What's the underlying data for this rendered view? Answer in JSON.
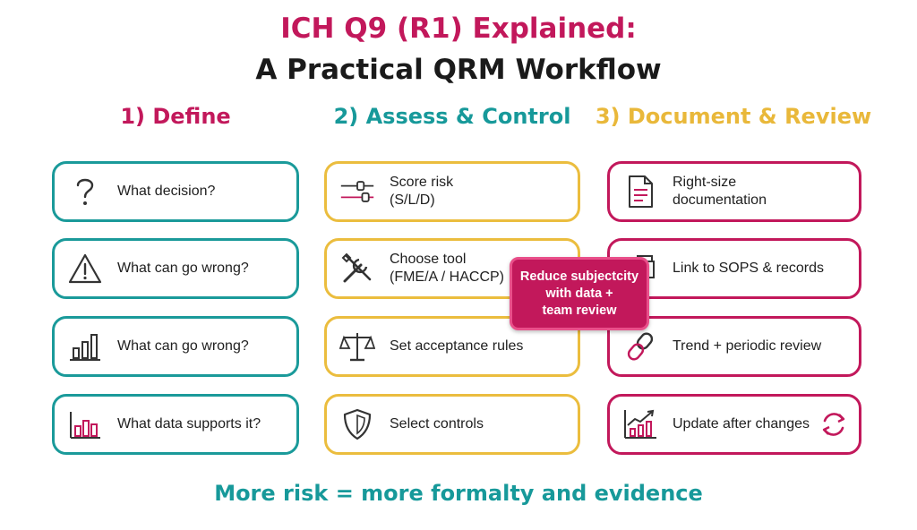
{
  "title": {
    "line1": "ICH Q9 (R1) Explained:",
    "line2": "A Practical QRM Workflow"
  },
  "colors": {
    "magenta": "#c2185b",
    "teal": "#17999a",
    "gold": "#e9b83a",
    "dark": "#1a1a1a"
  },
  "columns": [
    {
      "heading": "1) Define",
      "color": "#c2185b",
      "border": "#1a9a9a",
      "items": [
        {
          "label": "What decision?",
          "icon": "question-icon"
        },
        {
          "label": "What can go wrong?",
          "icon": "warning-icon"
        },
        {
          "label": "What can go wrong?",
          "icon": "bar-chart-icon"
        },
        {
          "label": "What data supports it?",
          "icon": "bar-chart-icon"
        }
      ]
    },
    {
      "heading": "2) Assess & Control",
      "color": "#17999a",
      "border": "#ebbd3e",
      "items": [
        {
          "label": "Score risk\n(S/L/D)",
          "icon": "sliders-icon"
        },
        {
          "label": "Choose tool\n(FME/A / HACCP)",
          "icon": "tools-icon"
        },
        {
          "label": "Set acceptance rules",
          "icon": "scale-icon"
        },
        {
          "label": "Select controls",
          "icon": "shield-icon"
        }
      ]
    },
    {
      "heading": "3) Document & Review",
      "color": "#e9b83a",
      "border": "#c2185b",
      "items": [
        {
          "label": "Right-size\ndocumentation",
          "icon": "document-icon"
        },
        {
          "label": "Link to SOPS & records",
          "icon": "files-icon"
        },
        {
          "label": "Trend + periodic review",
          "icon": "link-icon"
        },
        {
          "label": "Update after changes",
          "icon": "trend-chart-icon"
        }
      ]
    }
  ],
  "callout": "Reduce subjectcity\nwith data +\nteam review",
  "footer": "More risk = more formalty and evidence"
}
